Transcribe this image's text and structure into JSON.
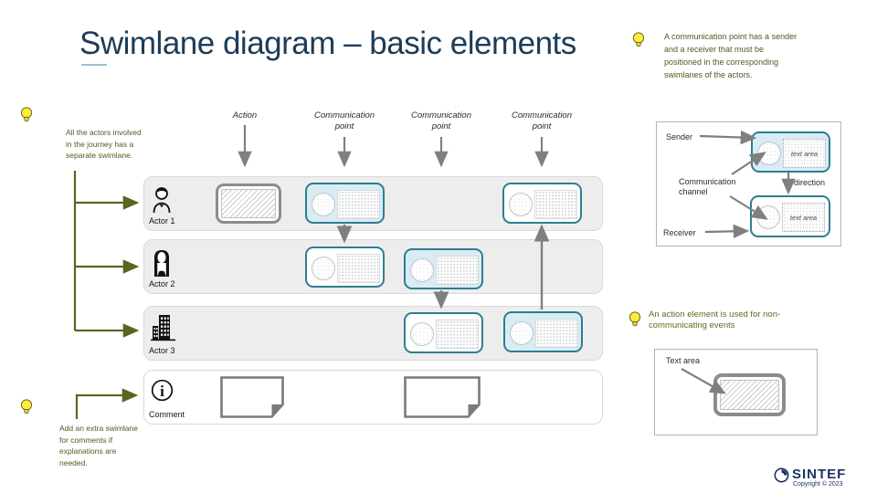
{
  "title": "Swimlane diagram – basic elements",
  "tips": {
    "top_right": "A communication point has a sender\nand a receiver that must be\npositioned in the corresponding\nswimlanes of the actors.",
    "left": "All the actors involved\nin the journey has a\nseparate  swimlane.",
    "bottom_left": "Add an extra swimlane\nfor comments if\nexplanations are needed.",
    "action_note": "An action element is used for non-\ncommunicating events"
  },
  "diagram_labels": {
    "action": "Action",
    "communication_point": "Communication\npoint"
  },
  "lanes": [
    {
      "label": "Actor 1",
      "icon": "person-icon"
    },
    {
      "label": "Actor 2",
      "icon": "person-long-hair-icon"
    },
    {
      "label": "Actor 3",
      "icon": "building-icon"
    },
    {
      "label": "Comment",
      "icon": "info-icon"
    }
  ],
  "legend": {
    "sender": "Sender",
    "receiver": "Receiver",
    "direction": "direction",
    "communication_channel": "Communication\nchannel",
    "text_area": "text area"
  },
  "annotation_box": {
    "text_area_label": "Text area"
  },
  "footer": {
    "logo": "SINTEF",
    "copyright": "Copyright © 2023"
  },
  "icons": {
    "info_glyph": "i"
  },
  "colors": {
    "title_navy": "#1c3c59",
    "accent_teal": "#2e7d92",
    "comm_point_fill": "#d9ecf4",
    "lane_gray": "#ededed",
    "tip_olive": "#525a20",
    "arrow_gray": "#7f7f7f",
    "logo_navy": "#1d3261"
  }
}
